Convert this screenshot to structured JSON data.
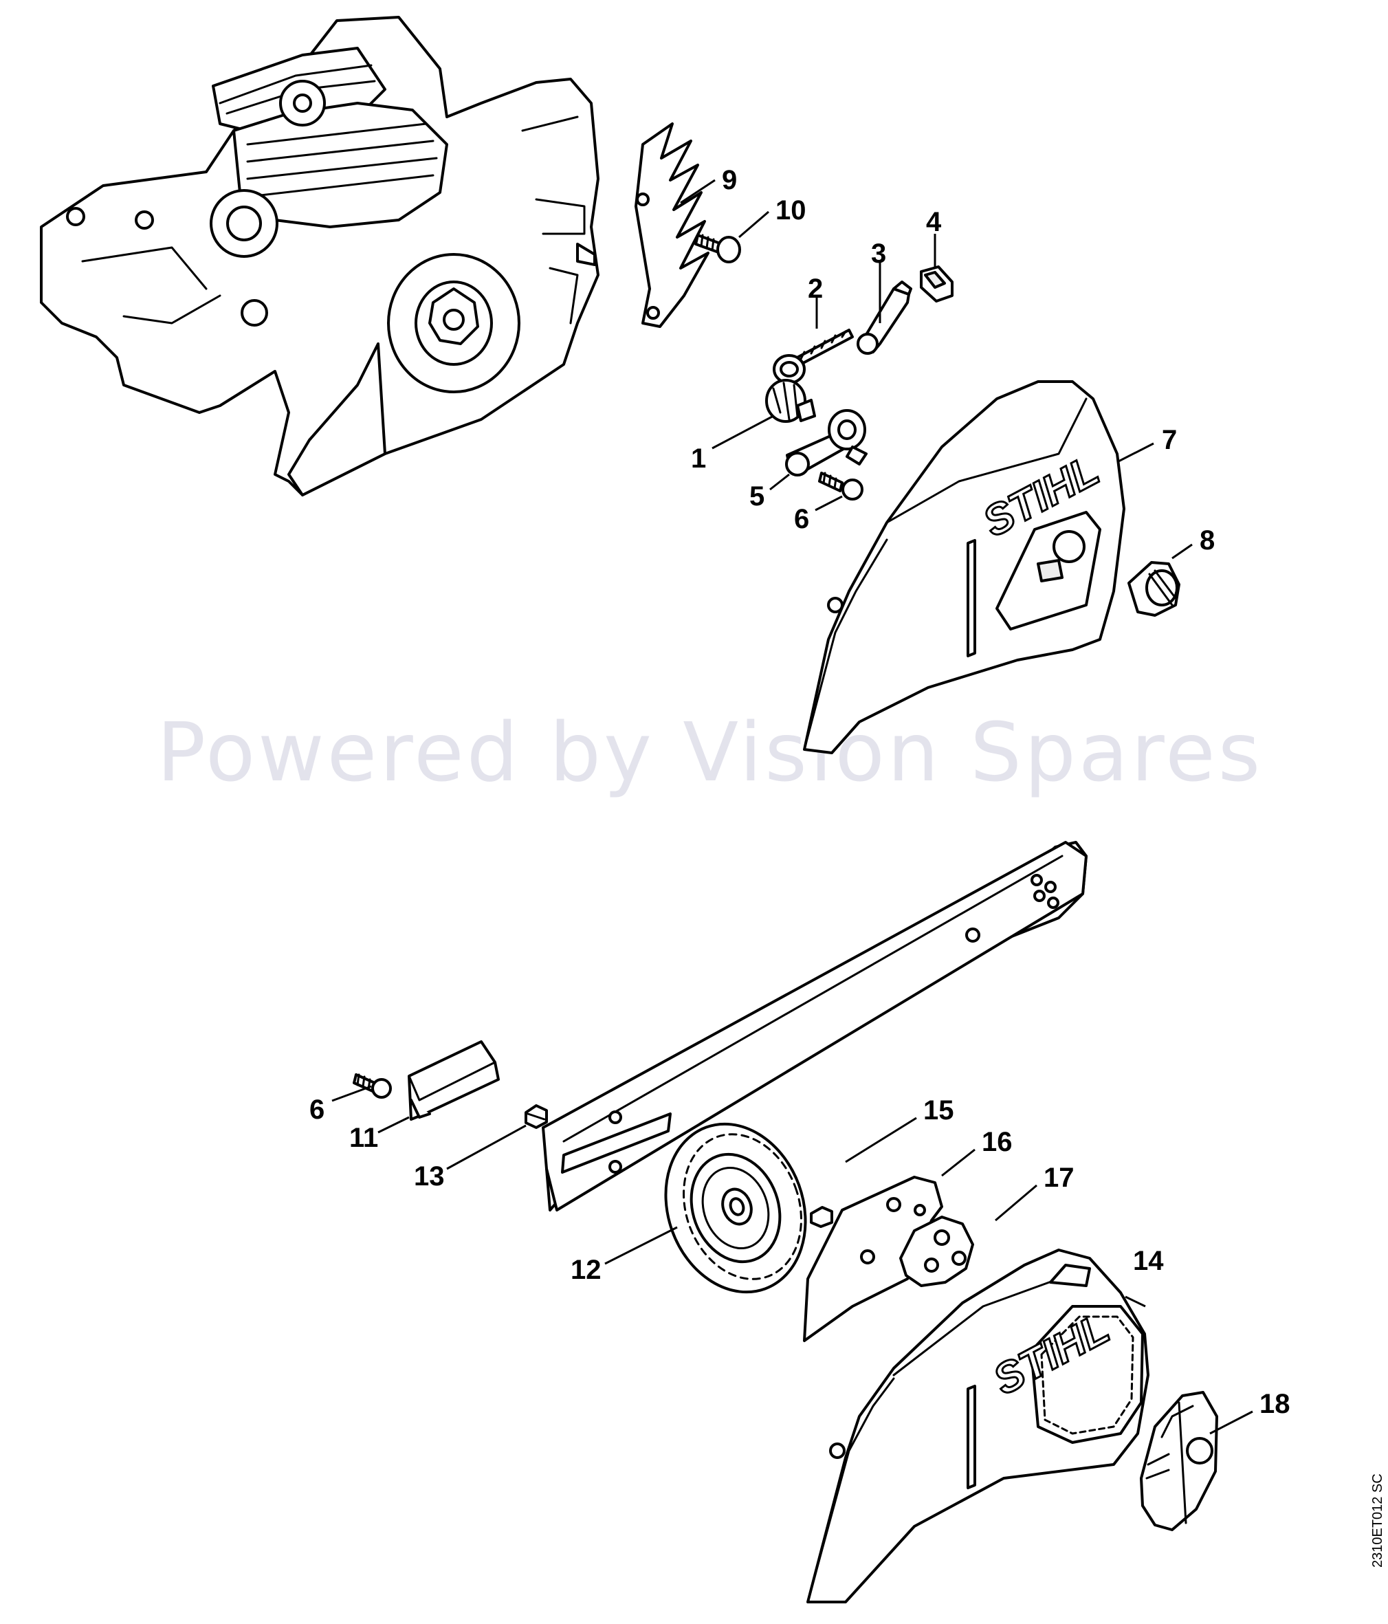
{
  "watermark": "Powered by Vision Spares",
  "reference_code": "2310ET012 SC",
  "brand_logo_text": "STIHL",
  "callouts": [
    {
      "id": "c1",
      "label": "1"
    },
    {
      "id": "c2",
      "label": "2"
    },
    {
      "id": "c3",
      "label": "3"
    },
    {
      "id": "c4",
      "label": "4"
    },
    {
      "id": "c5",
      "label": "5"
    },
    {
      "id": "c6a",
      "label": "6"
    },
    {
      "id": "c7",
      "label": "7"
    },
    {
      "id": "c8",
      "label": "8"
    },
    {
      "id": "c9",
      "label": "9"
    },
    {
      "id": "c10",
      "label": "10"
    },
    {
      "id": "c6b",
      "label": "6"
    },
    {
      "id": "c11",
      "label": "11"
    },
    {
      "id": "c12",
      "label": "12"
    },
    {
      "id": "c13",
      "label": "13"
    },
    {
      "id": "c14",
      "label": "14"
    },
    {
      "id": "c15",
      "label": "15"
    },
    {
      "id": "c16",
      "label": "16"
    },
    {
      "id": "c17",
      "label": "17"
    },
    {
      "id": "c18",
      "label": "18"
    }
  ]
}
